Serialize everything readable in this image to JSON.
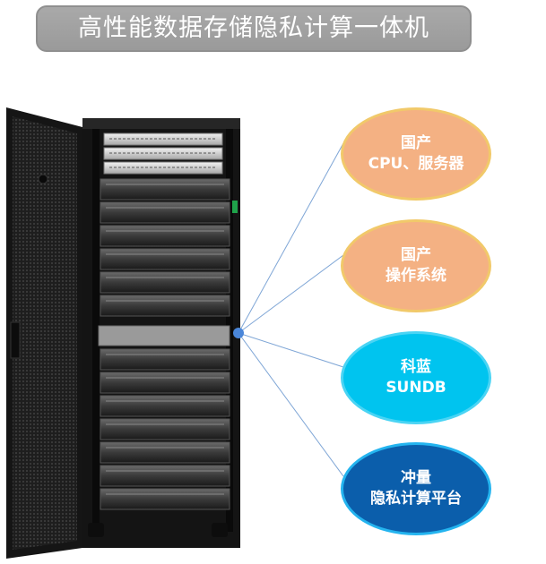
{
  "title": "高性能数据存储隐私计算一体机",
  "components": [
    {
      "line1": "国产",
      "line2": "CPU、服务器",
      "fill": "#f4b183",
      "border": "#f1c96a"
    },
    {
      "line1": "国产",
      "line2": "操作系统",
      "fill": "#f4b183",
      "border": "#f1c96a"
    },
    {
      "line1": "科蓝",
      "line2": "SUNDB",
      "fill": "#00c4ef",
      "border": "#4ad4f4"
    },
    {
      "line1": "冲量",
      "line2": "隐私计算平台",
      "fill": "#0b5eab",
      "border": "#24b4ef"
    }
  ],
  "colors": {
    "connector_line": "#7fa6d6",
    "connector_dot": "#4a86d9",
    "title_box": "#a0a0a0"
  }
}
